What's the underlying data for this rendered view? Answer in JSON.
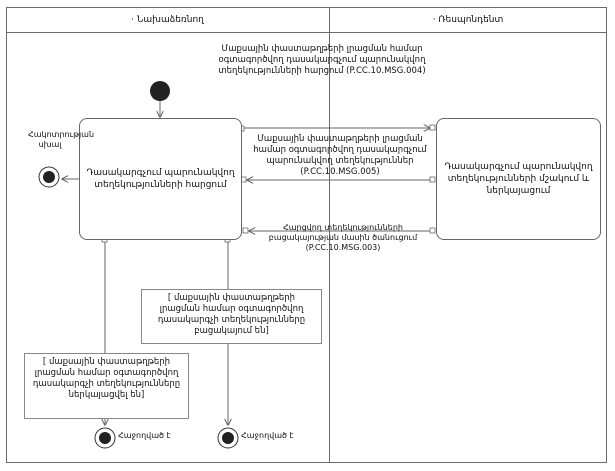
{
  "lanes": [
    {
      "label": "· Նախաձեռնող"
    },
    {
      "label": "· Ռեսպոնդենտ"
    }
  ],
  "messages": {
    "msg004": "Մաքսային փաստաթղթերի լրացման համար օգտագործվող դասակարգչում պարունակվող տեղեկությունների հարցում (P.CC.10.MSG.004)",
    "msg005": "Մաքսային փաստաթղթերի լրացման համար օգտագործվող դասակարգչում պարունակվող տեղեկություններ (P.CC.10.MSG.005)",
    "msg003": "Հարցվող տեղեկությունների բացակայության մասին ծանուցում (P.CC.10.MSG.003)"
  },
  "activities": {
    "request": "Դասակարգչում պարունակվող տեղեկությունների հարցում",
    "process": "Դասակարգչում պարունակվող տեղեկությունների մշակում և ներկայացում"
  },
  "guards": {
    "no_info": "[ մաքսային փաստաթղթերի լրացման համար օգտագործվող դասակարգչի տեղեկությունները բացակայում են]",
    "info_provided": "[ մաքսային փաստաթղթերի լրացման համար օգտագործվող դասակարգչի տեղեկությունները ներկայացվել են]"
  },
  "finals": {
    "exit": "Հակոտրության սխալ",
    "rejected": "Հաջողված է",
    "approved": "Հաջողված է"
  }
}
